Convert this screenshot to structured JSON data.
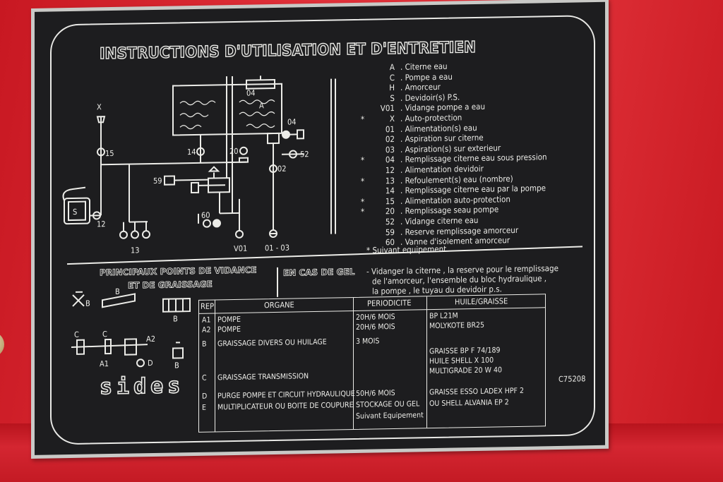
{
  "plate": {
    "title": "INSTRUCTIONS D'UTILISATION ET D'ENTRETIEN",
    "logo": "sides",
    "reference": "C75208",
    "diagram_labels": {
      "x": "X",
      "n15": "15",
      "n12": "12",
      "n14": "14",
      "n20": "20",
      "n04a": "04",
      "n04b": "04",
      "n52": "52",
      "n02": "02",
      "n59": "59",
      "n60": "60",
      "n13": "13",
      "v01": "V01",
      "n0103": "01 - 03",
      "a": "A",
      "s": "S"
    },
    "legend": [
      {
        "mark": "",
        "code": "A",
        "text": ". Citerne eau"
      },
      {
        "mark": "",
        "code": "C",
        "text": ". Pompe a eau"
      },
      {
        "mark": "",
        "code": "H",
        "text": ". Amorceur"
      },
      {
        "mark": "",
        "code": "S",
        "text": ". Devidoir(s) P.S."
      },
      {
        "mark": "",
        "code": "V01",
        "text": ". Vidange pompe a eau"
      },
      {
        "mark": "*",
        "code": "X",
        "text": ". Auto-protection"
      },
      {
        "mark": "",
        "code": "01",
        "text": ". Alimentation(s) eau"
      },
      {
        "mark": "",
        "code": "02",
        "text": ". Aspiration sur citerne"
      },
      {
        "mark": "",
        "code": "03",
        "text": ". Aspiration(s) sur exterieur"
      },
      {
        "mark": "*",
        "code": "04",
        "text": ". Remplissage citerne eau sous pression"
      },
      {
        "mark": "",
        "code": "12",
        "text": ". Alimentation devidoir"
      },
      {
        "mark": "*",
        "code": "13",
        "text": ". Refoulement(s) eau (nombre)"
      },
      {
        "mark": "",
        "code": "14",
        "text": ". Remplissage citerne eau par la pompe"
      },
      {
        "mark": "*",
        "code": "15",
        "text": ". Alimentation auto-protection"
      },
      {
        "mark": "*",
        "code": "20",
        "text": ". Remplissage seau pompe"
      },
      {
        "mark": "",
        "code": "52",
        "text": ". Vidange citerne eau"
      },
      {
        "mark": "",
        "code": "59",
        "text": ". Reserve remplissage amorceur"
      },
      {
        "mark": "",
        "code": "60",
        "text": ". Vanne d'isolement amorceur"
      }
    ],
    "legend_note": "* Suivant equipement",
    "section_points": "PRINCIPAUX POINTS DE VIDANCE",
    "section_points_2": "ET DE GRAISSAGE",
    "section_gel": "EN CAS DE GEL",
    "gel_text": [
      "- Vidanger la citerne , la reserve pour le remplissage",
      "de l'amorceur, l'ensemble du bloc hydraulique ,",
      "la pompe , le tuyau du devidoir p.s."
    ],
    "points_labels": {
      "b1": "B",
      "b2": "B",
      "b3": "B",
      "b4": "B",
      "c1": "C",
      "c2": "C",
      "a1": "A1",
      "a2": "A2",
      "d": "D"
    },
    "table": {
      "headers": {
        "rep": "REP",
        "organe": "ORGANE",
        "periodicite": "PERIODICITE",
        "huile": "HUILE/GRAISSE"
      },
      "rows": [
        {
          "rep": "A1",
          "organe": "POMPE",
          "periodicite": "20H/6 MOIS",
          "huile": "BP L21M"
        },
        {
          "rep": "A2",
          "organe": "POMPE",
          "periodicite": "20H/6 MOIS",
          "huile": "MOLYKOTE BR25"
        },
        {
          "rep": "B",
          "organe": "GRAISSAGE DIVERS OU HUILAGE",
          "periodicite": "3 MOIS",
          "huile": ""
        },
        {
          "rep": "",
          "organe": "",
          "periodicite": "",
          "huile": "GRAISSE BP F 74/189"
        },
        {
          "rep": "",
          "organe": "",
          "periodicite": "",
          "huile": "HUILE SHELL X 100"
        },
        {
          "rep": "",
          "organe": "",
          "periodicite": "",
          "huile": "MULTIGRADE 20 W 40"
        },
        {
          "rep": "C",
          "organe": "GRAISSAGE TRANSMISSION",
          "periodicite": "",
          "huile": ""
        },
        {
          "rep": "D",
          "organe": "PURGE POMPE ET CIRCUIT HYDRAULIQUE",
          "periodicite": "50H/6 MOIS",
          "huile": "GRAISSE ESSO LADEX HPF 2"
        },
        {
          "rep": "E",
          "organe": "MULTIPLICATEUR OU BOITE DE COUPURE",
          "periodicite": "STOCKAGE OU GEL",
          "huile": "OU SHELL ALVANIA EP 2"
        },
        {
          "rep": "",
          "organe": "",
          "periodicite": "Suivant Equipement",
          "huile": ""
        }
      ]
    }
  }
}
